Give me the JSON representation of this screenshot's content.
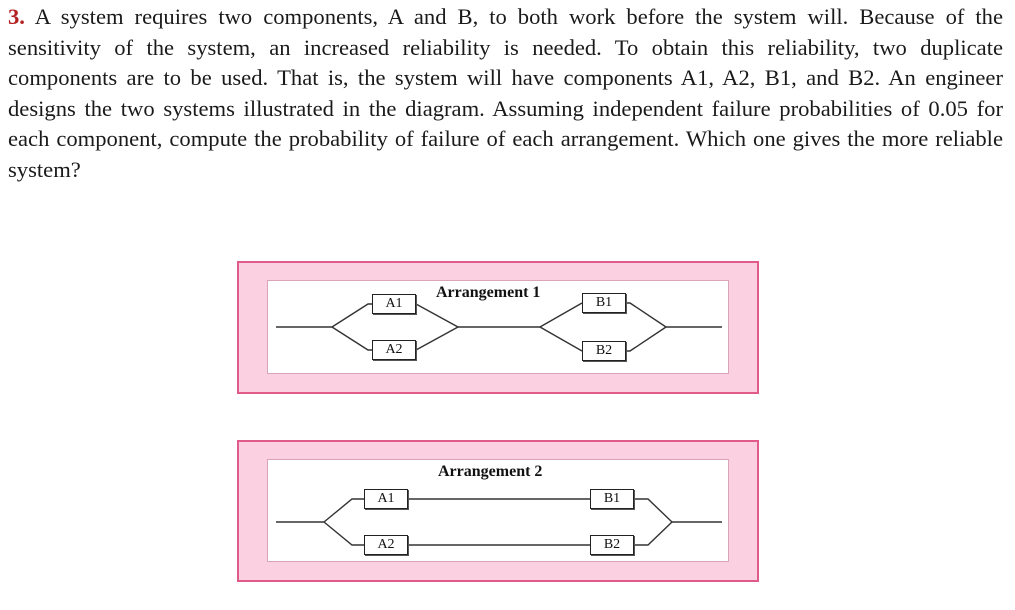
{
  "problem": {
    "number": "3.",
    "text": "A system requires two components, A and B, to both work before the system will. Because of the sensitivity of the system, an increased reliability is needed. To obtain this reliability, two duplicate components are to be used. That is, the system will have components A1, A2, B1, and B2. An engineer designs the two systems illustrated in the diagram. Assuming independent failure probabilities of 0.05 for each component, compute the probability of failure of each arrangement. Which one gives the more reliable system?"
  },
  "arrangements": [
    {
      "title": "Arrangement 1",
      "a1": "A1",
      "a2": "A2",
      "b1": "B1",
      "b2": "B2"
    },
    {
      "title": "Arrangement 2",
      "a1": "A1",
      "a2": "A2",
      "b1": "B1",
      "b2": "B2"
    }
  ],
  "colors": {
    "panel_fill": "#fbd0e1",
    "panel_border": "#e05a8a",
    "problem_number": "#b22222"
  }
}
